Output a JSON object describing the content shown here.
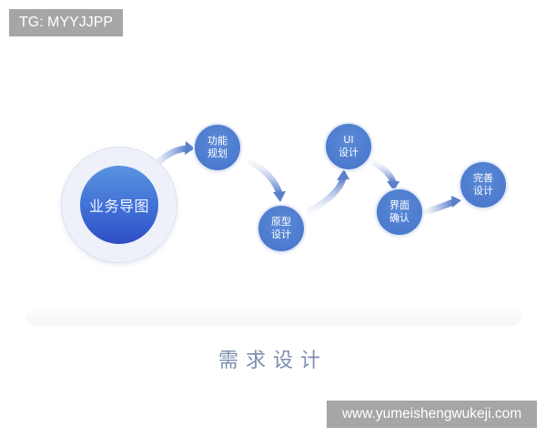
{
  "watermarks": {
    "top_left": "TG: MYYJJPP",
    "bottom_right": "www.yumeishengwukeji.com"
  },
  "diagram": {
    "title": "需求设计",
    "root": {
      "label": "业务导图"
    },
    "steps": [
      {
        "line1": "功能",
        "line2": "规划"
      },
      {
        "line1": "原型",
        "line2": "设计"
      },
      {
        "line1": "UI",
        "line2": "设计"
      },
      {
        "line1": "界面",
        "line2": "确认"
      },
      {
        "line1": "完善",
        "line2": "设计"
      }
    ],
    "colors": {
      "node_blue": "#4c7acd",
      "root_gradient_top": "#5a93de",
      "root_gradient_bottom": "#2f4ec4",
      "ring": "#eef1f9",
      "arrow": "#6f8fd0",
      "title": "#7e8db0",
      "watermark_bg": "#a6a6a6"
    }
  }
}
